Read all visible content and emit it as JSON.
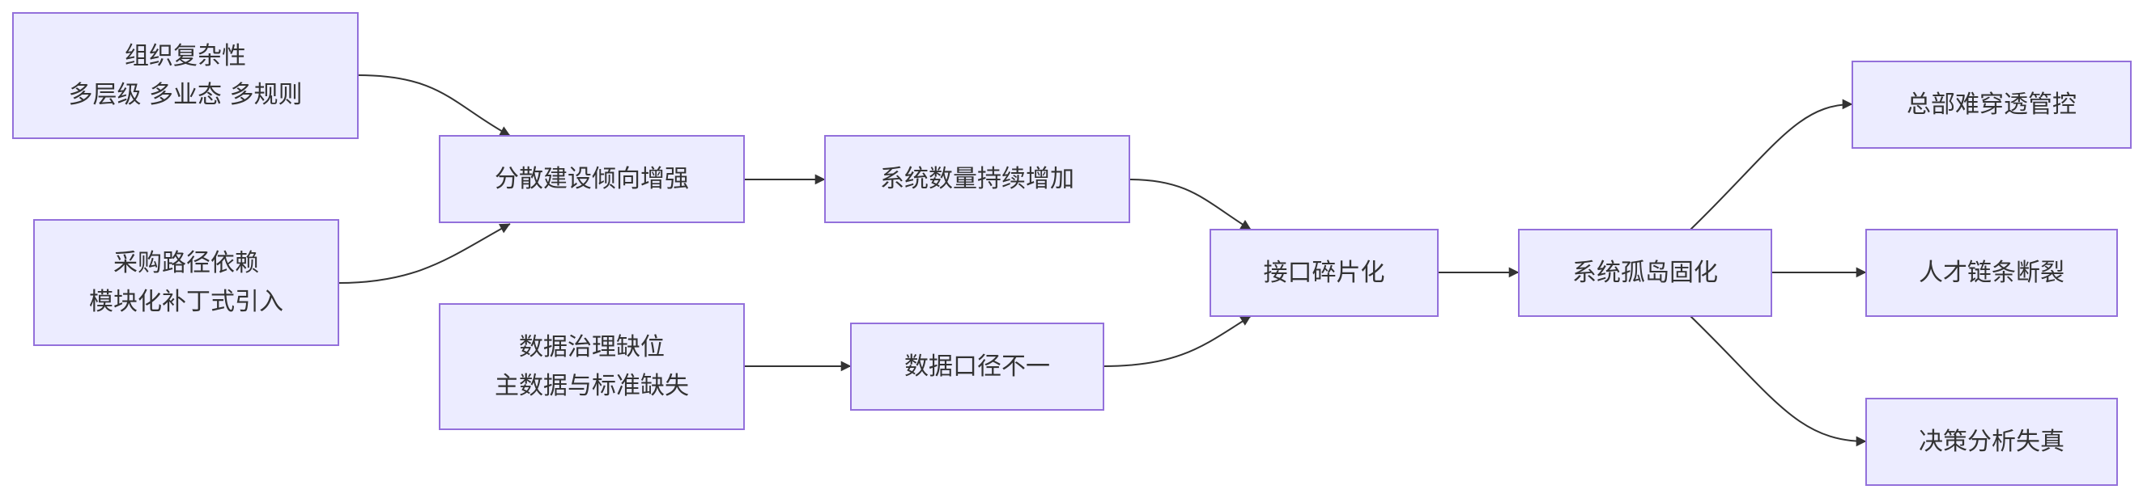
{
  "nodes": [
    {
      "id": "org",
      "lines": [
        "组织复杂性",
        "多层级 多业态 多规则"
      ]
    },
    {
      "id": "procure",
      "lines": [
        "采购路径依赖",
        "模块化补丁式引入"
      ]
    },
    {
      "id": "dispersed",
      "lines": [
        "分散建设倾向增强"
      ]
    },
    {
      "id": "governance",
      "lines": [
        "数据治理缺位",
        "主数据与标准缺失"
      ]
    },
    {
      "id": "sysCount",
      "lines": [
        "系统数量持续增加"
      ]
    },
    {
      "id": "dataCaliber",
      "lines": [
        "数据口径不一"
      ]
    },
    {
      "id": "interface",
      "lines": [
        "接口碎片化"
      ]
    },
    {
      "id": "silo",
      "lines": [
        "系统孤岛固化"
      ]
    },
    {
      "id": "hq",
      "lines": [
        "总部难穿透管控"
      ]
    },
    {
      "id": "talent",
      "lines": [
        "人才链条断裂"
      ]
    },
    {
      "id": "decision",
      "lines": [
        "决策分析失真"
      ]
    }
  ],
  "edges": [
    {
      "from": "org",
      "to": "dispersed"
    },
    {
      "from": "procure",
      "to": "dispersed"
    },
    {
      "from": "dispersed",
      "to": "sysCount"
    },
    {
      "from": "sysCount",
      "to": "interface"
    },
    {
      "from": "governance",
      "to": "dataCaliber"
    },
    {
      "from": "dataCaliber",
      "to": "interface"
    },
    {
      "from": "interface",
      "to": "silo"
    },
    {
      "from": "silo",
      "to": "hq"
    },
    {
      "from": "silo",
      "to": "talent"
    },
    {
      "from": "silo",
      "to": "decision"
    }
  ]
}
